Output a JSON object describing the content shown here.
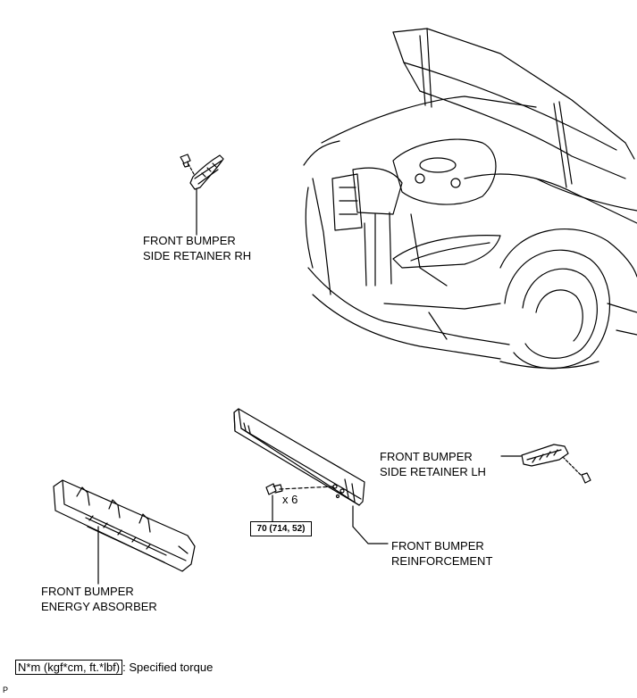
{
  "labels": {
    "side_retainer_rh": [
      "FRONT BUMPER",
      "SIDE RETAINER RH"
    ],
    "side_retainer_lh": [
      "FRONT BUMPER",
      "SIDE RETAINER LH"
    ],
    "reinforcement": [
      "FRONT BUMPER",
      "REINFORCEMENT"
    ],
    "energy_absorber": [
      "FRONT BUMPER",
      "ENERGY ABSORBER"
    ]
  },
  "bolt_quantity": "x 6",
  "torque_value": "70 (714, 52)",
  "legend": {
    "box_text": "N*m (kgf*cm, ft.*lbf)",
    "description": ": Specified torque"
  },
  "corner_code": "P"
}
